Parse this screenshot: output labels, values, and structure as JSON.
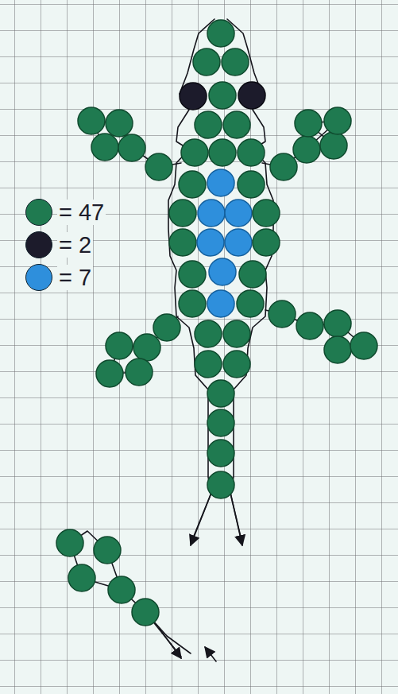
{
  "diagram": {
    "legend": [
      {
        "text": "= 47",
        "color": "#1f7a50"
      },
      {
        "text": "= 2",
        "color": "#1c1b2b"
      },
      {
        "text": "= 7",
        "color": "#2e8fdc"
      }
    ]
  }
}
